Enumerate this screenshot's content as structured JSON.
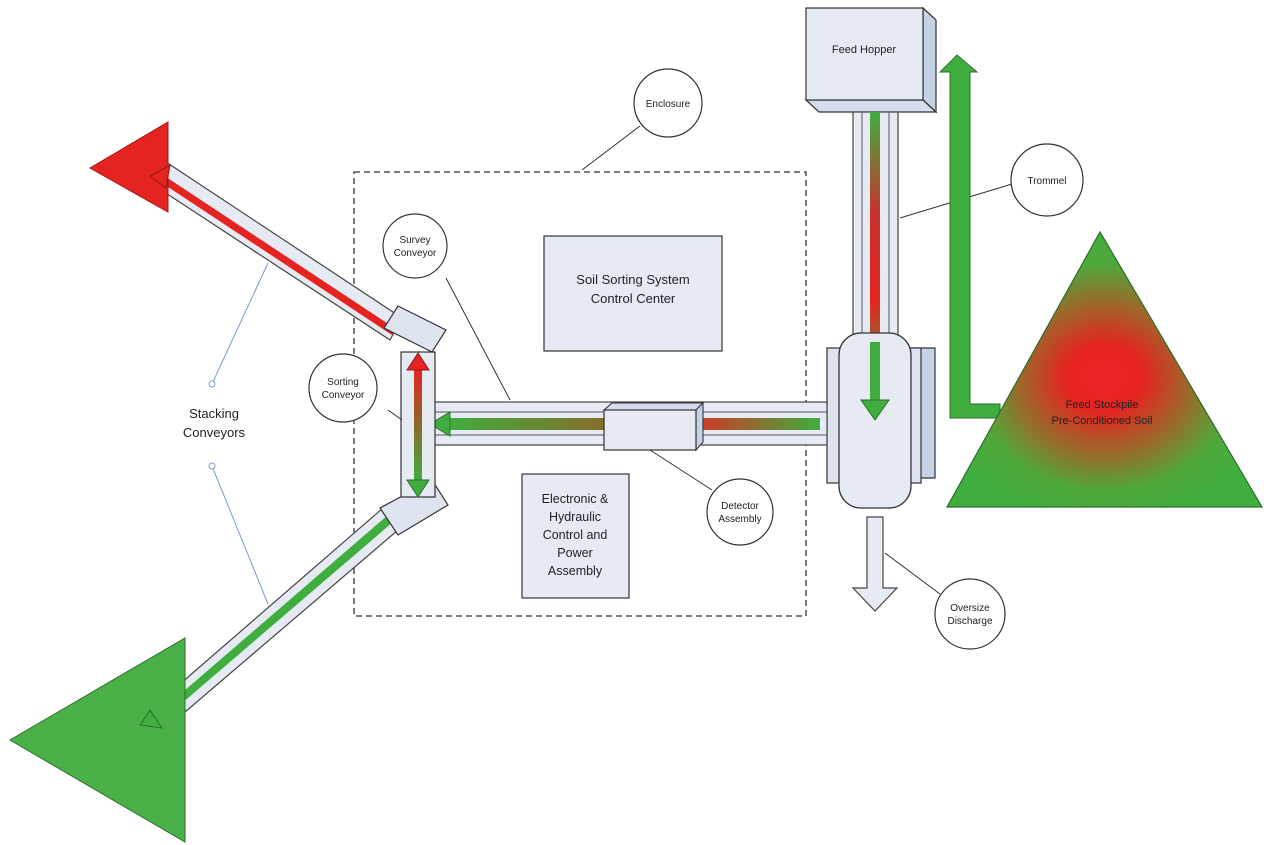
{
  "labels": {
    "enclosure": "Enclosure",
    "feed_hopper": "Feed Hopper",
    "trommel": "Trommel",
    "survey_conveyor_1": "Survey",
    "survey_conveyor_2": "Conveyor",
    "control_center_1": "Soil Sorting System",
    "control_center_2": "Control Center",
    "sorting_conveyor_1": "Sorting",
    "sorting_conveyor_2": "Conveyor",
    "stacking_conveyors_1": "Stacking",
    "stacking_conveyors_2": "Conveyors",
    "electronic_1": "Electronic &",
    "electronic_2": "Hydraulic",
    "electronic_3": "Control and",
    "electronic_4": "Power",
    "electronic_5": "Assembly",
    "detector_1": "Detector",
    "detector_2": "Assembly",
    "feed_stockpile_1": "Feed Stockpile",
    "feed_stockpile_2": "Pre-Conditioned Soil",
    "oversize_1": "Oversize",
    "oversize_2": "Discharge"
  },
  "colors": {
    "clean": "#3fae3f",
    "contaminated": "#e52421",
    "conveyor_fill": "#e6ebf3",
    "outline": "#4a4a4a"
  }
}
